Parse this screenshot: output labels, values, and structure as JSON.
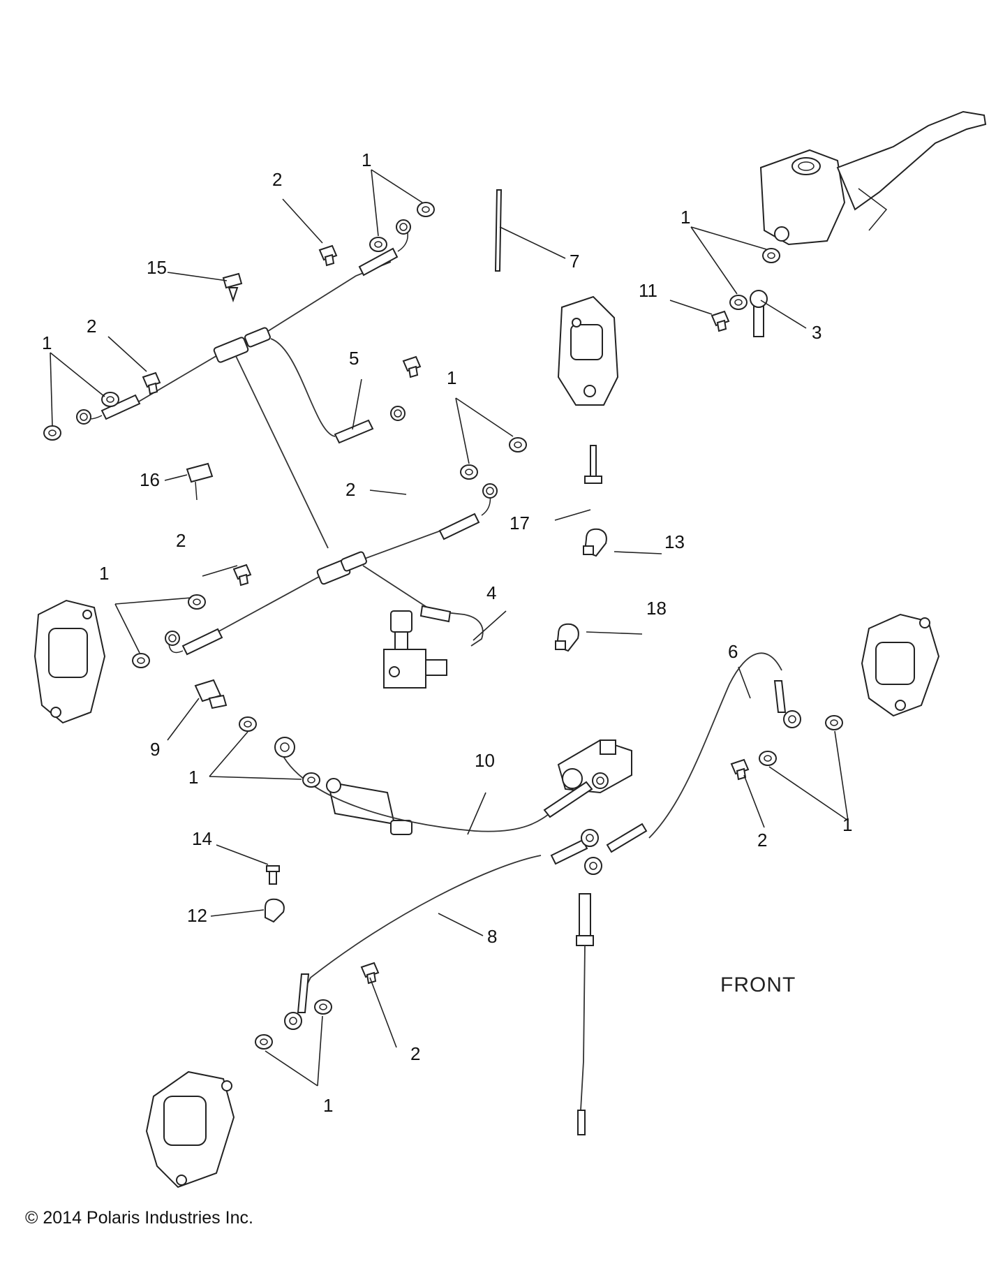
{
  "diagram": {
    "front_label": "FRONT",
    "copyright": "© 2014 Polaris Industries Inc.",
    "callouts": {
      "c1a": "1",
      "c2a": "2",
      "c15": "15",
      "c7": "7",
      "c1b": "1",
      "c11": "11",
      "c3": "3",
      "c1c": "1",
      "c2b": "2",
      "c5": "5",
      "c1d": "1",
      "c16": "16",
      "c2c": "2",
      "c17": "17",
      "c13": "13",
      "c2d": "2",
      "c1e": "1",
      "c4": "4",
      "c18": "18",
      "c6": "6",
      "c9": "9",
      "c10": "10",
      "c1f": "1",
      "c2e": "2",
      "c1g": "1",
      "c14": "14",
      "c12": "12",
      "c8": "8",
      "c2f": "2",
      "c1h": "1"
    }
  }
}
